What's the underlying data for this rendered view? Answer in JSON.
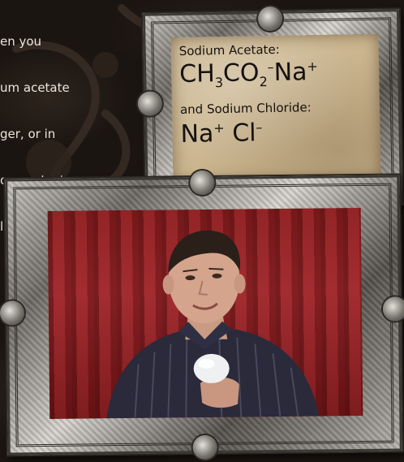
{
  "intro": {
    "lines": [
      "en you",
      "um acetate",
      "ger, or in",
      "on contacts",
      "llisation"
    ]
  },
  "card": {
    "label_acetate": "Sodium Acetate:",
    "acetate_formula": {
      "p1": "CH",
      "sub1": "3",
      "p2": "CO",
      "sub2": "2",
      "sup1": "–",
      "p3": "Na",
      "sup2": "+"
    },
    "label_chloride": "and Sodium Chloride:",
    "chloride_formula": {
      "p1": "Na",
      "sup1": "+",
      "p2": " Cl",
      "sup2": "–"
    }
  },
  "video": {
    "icon": "presenter-holding-crystal",
    "curtain_color": "#9a2226"
  }
}
